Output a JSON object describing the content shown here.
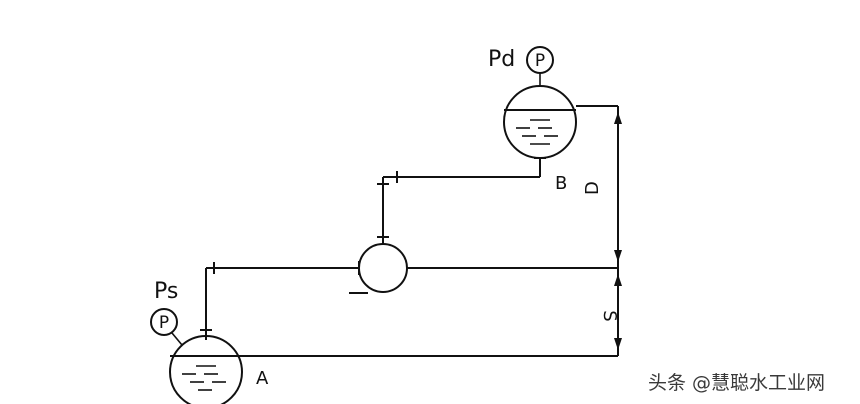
{
  "labels": {
    "pd": "Pd",
    "ps": "Ps",
    "gauge_top": "P",
    "gauge_bottom": "P",
    "tank_b": "B",
    "tank_a": "A",
    "dim_d": "D",
    "dim_s": "S"
  },
  "watermark": "头条 @慧聪水工业网",
  "colors": {
    "line": "#111111",
    "background": "#ffffff"
  }
}
